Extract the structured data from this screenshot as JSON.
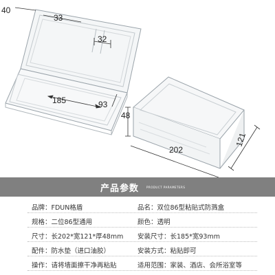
{
  "dimensions": {
    "open_top_width": "40",
    "open_inner_width": "33",
    "open_slot_width": "32",
    "open_length": "185",
    "open_depth": "93",
    "closed_height": "48",
    "closed_length": "202",
    "closed_width": "121"
  },
  "banner": {
    "title_cn": "产品参数",
    "title_en": "PRODUCT PARAMETERS"
  },
  "specs": [
    {
      "left": "品牌：FDUN格盾",
      "right": "品名：双位86型粘贴式防溅盒"
    },
    {
      "left": "规格：二位86型通用",
      "right": "颜色：透明"
    },
    {
      "left": "尺寸：长202*宽121*厚48mm",
      "right": "安装尺寸：长185*宽93mm"
    },
    {
      "left": "配件：防水垫（进口油胶）",
      "right": "安装方式：粘贴即可"
    },
    {
      "left": "操作：请将墙面擦干净再粘贴",
      "right": "适用范围：家装、酒店、会所浴室等"
    }
  ],
  "colors": {
    "banner_bg": "#808080",
    "plastic_edge": "#9aa3aa"
  }
}
